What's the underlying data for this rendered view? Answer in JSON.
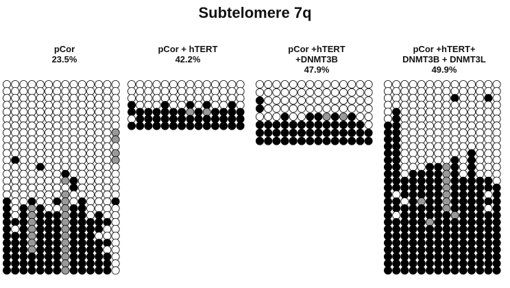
{
  "title": "Subtelomere 7q",
  "colors": {
    "methylated": "#000000",
    "unmethylated": "#ffffff",
    "partial": "#999999",
    "stroke": "#000000"
  },
  "panels": [
    {
      "label_lines": [
        "pCor",
        "23.5%"
      ],
      "rows": [
        "oooooooooooooo",
        "oooooooooooooo",
        "oooooooooooooo",
        "oooooooooooooo",
        "oooooooooooooo",
        "oooooooooooooo",
        "oooooooooooooo",
        "ooooooooooooog",
        "ooooooooooooog",
        "oooooooooooooo",
        "ooooooooooooog",
        "oxooooooooooog",
        "ooooxooooooooo",
        "oooooooxoooooo",
        "ooooooogxooooo",
        "ooooooooxooooo",
        "ooooooogoooooo",
        "xooxooxgoxooox",
        "xoxgxoogxxoooo",
        "xoxgxxxgxxoxoo",
        "xxxgxxxgxxxxxo",
        "xoxgxxxgxxxxoo",
        "xxxgxxxgxxxooo",
        "xxxgxxxgxxxxxo",
        "xxxgxxxgxxxxoo",
        "xxxxxxxgxxxxxo",
        "xxxxxxxgxxxxxo",
        "xxxxxxxgxxxxxo"
      ]
    },
    {
      "label_lines": [
        "pCor + hTERT",
        "42.2%"
      ],
      "rows": [
        "oooooooooooooo",
        "oooooooooooooo",
        "oooooooooooooo",
        "xoooxooxoxooxo",
        "xxxxxxxgxgxxxx",
        "oxxxxxxxxxxxxx",
        "xxxxxxxxxxxxxx"
      ]
    },
    {
      "label_lines": [
        "pCor +hTERT",
        "+DNMT3B",
        "47.9%"
      ],
      "rows": [
        "oooooooooooooo",
        "oooooooooooooo",
        "xooooooooooooo",
        "xooooooooooooo",
        "oooxooxxgxgxoo",
        "xxxxxxxxxxxxxo",
        "xxxxxxxxxxxxxx",
        "xxxxxxxxxxxxxx"
      ]
    },
    {
      "label_lines": [
        "pCor +hTERT+",
        "DNMT3B + DNMT3L",
        "49.9%"
      ],
      "rows": [
        "oooooooooooooo",
        "oooooooooooooo",
        "ooooooooxoooxo",
        "oooooooooooooo",
        "oxoooooooooooo",
        "oxoooooooooooo",
        "xxoooooooooooo",
        "xxoooooooooooo",
        "xxoooooooooooo",
        "xxoooooooooooo",
        "xxooooooooxooo",
        "xxooooooxoxooo",
        "xxoooxxgxoxooo",
        "xxoxxxxgxoxooo",
        "xxxxxxxgxxxxxo",
        "xxxxxxxgxxxxxx",
        "xoxxxxxgxxxxox",
        "xxoxgxxgxxxxxx",
        "xxxxxxxgxxxxox",
        "xoxxxxxxgxxxxx",
        "xxxxxgxxxxxxxx",
        "xxxxxxxxxxxxxx",
        "xxxxxxxxxxxxxx",
        "xxxxxxxxxxxxxx",
        "xxxxxxxxxxxxxx",
        "xxxxxxxxxxxxxx",
        "xxxxxxxxxxxxxx",
        "xxxxxxxxxxxxxx"
      ]
    }
  ]
}
